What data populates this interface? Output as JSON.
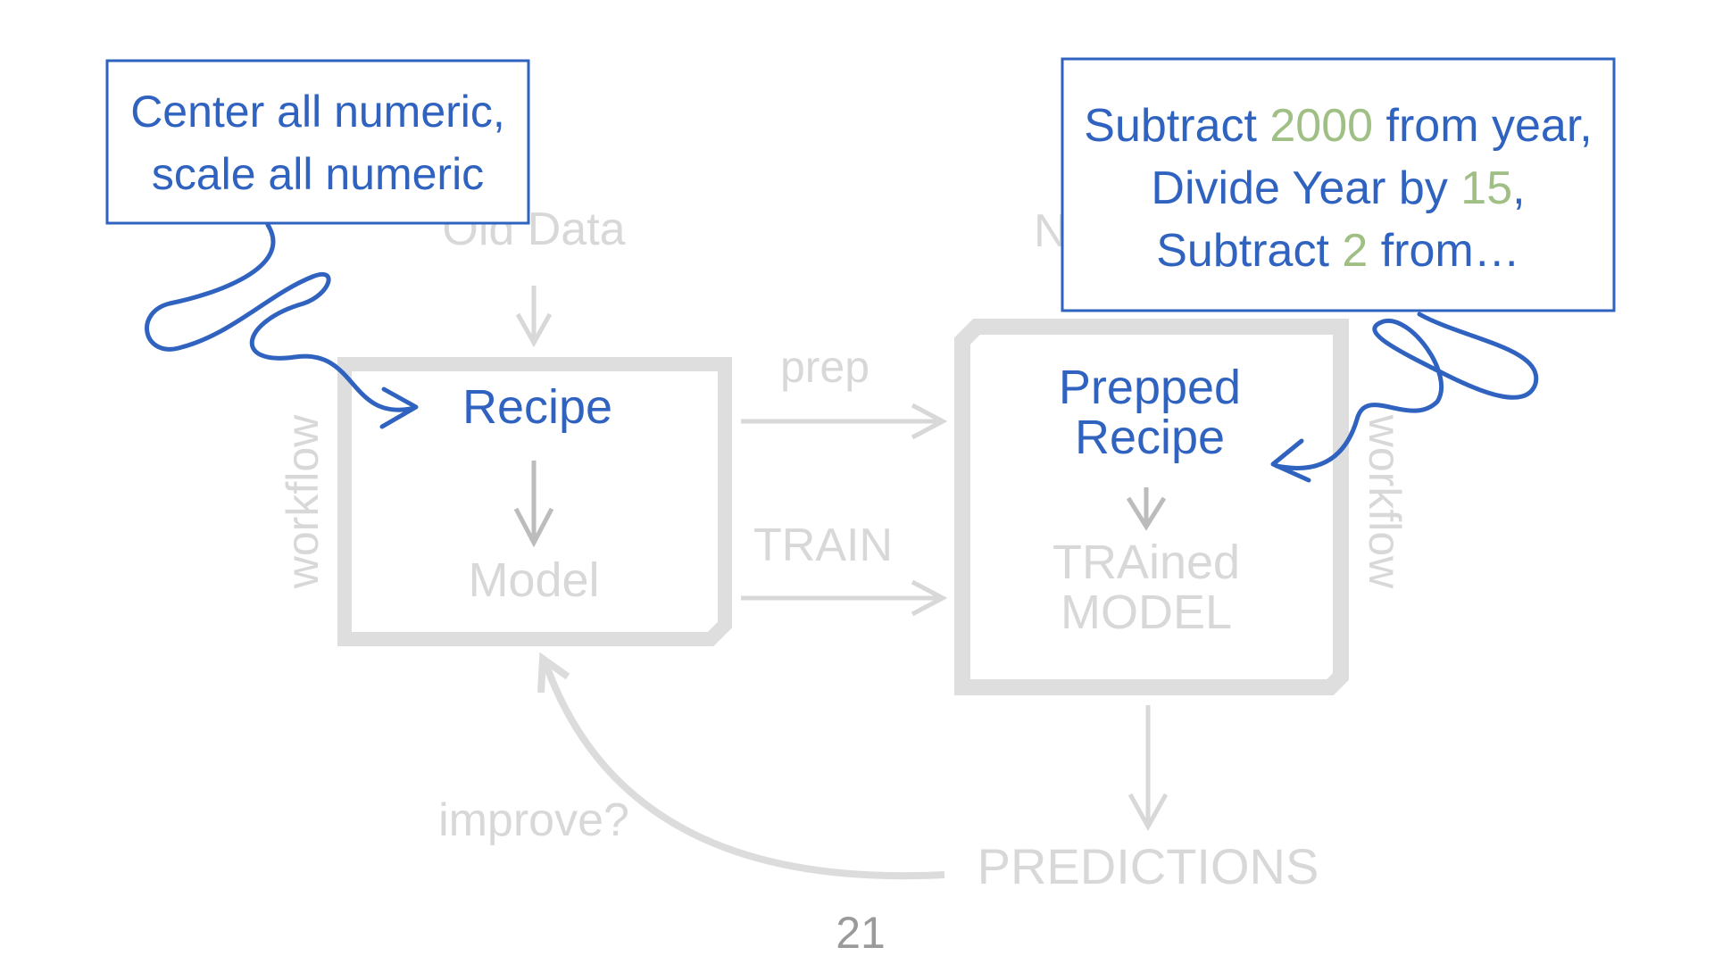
{
  "diagram": {
    "old_data": "Old Data",
    "new_data_partial": "N",
    "recipe": "Recipe",
    "model": "Model",
    "prep": "prep",
    "train": "TRAIN",
    "prepped_recipe_line1": "Prepped",
    "prepped_recipe_line2": "Recipe",
    "trained_model_line1": "TRAined",
    "trained_model_line2": "MODEL",
    "workflow_left": "workflow",
    "workflow_right": "workflow",
    "predictions": "PREDICTIONS",
    "improve": "improve?"
  },
  "callout_left": {
    "line1": "Center all numeric,",
    "line2": "scale all numeric"
  },
  "callout_right": {
    "line1_a": "Subtract ",
    "line1_num": "2000",
    "line1_b": " from year,",
    "line2_a": "Divide Year by ",
    "line2_num": "15",
    "line2_b": ",",
    "line3_a": "Subtract ",
    "line3_num": "2",
    "line3_b": " from…"
  },
  "page_number": "21",
  "colors": {
    "blue": "#2f63bf",
    "grey": "#d8d8d8",
    "green": "#9fbf85"
  }
}
